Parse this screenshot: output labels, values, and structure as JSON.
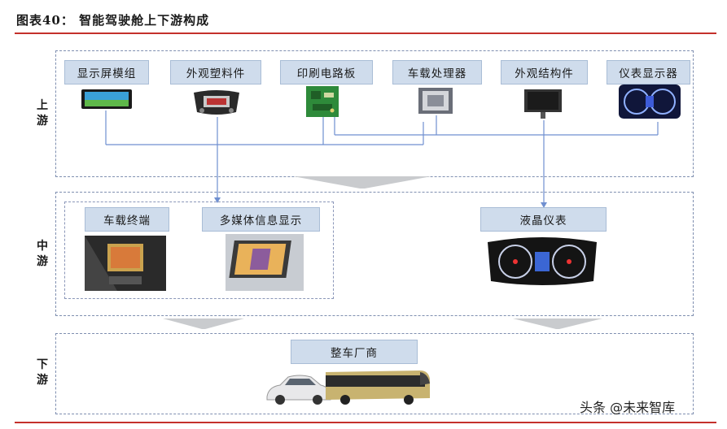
{
  "title": "图表40：  智能驾驶舱上下游构成",
  "sections": {
    "upstream": [
      "上",
      "游"
    ],
    "midstream": [
      "中",
      "游"
    ],
    "downstream": [
      "下",
      "游"
    ]
  },
  "upstream_nodes": [
    "显示屏模组",
    "外观塑料件",
    "印刷电路板",
    "车载处理器",
    "外观结构件",
    "仪表显示器"
  ],
  "midstream_nodes": [
    "车载终端",
    "多媒体信息显示",
    "液晶仪表"
  ],
  "downstream_nodes": [
    "整车厂商"
  ],
  "watermark": "头条 @未来智库",
  "colors": {
    "accent": "#c4302b",
    "node_fill": "#cfdcec",
    "line": "#6f8fd0",
    "arrow": "#c9cbce"
  }
}
